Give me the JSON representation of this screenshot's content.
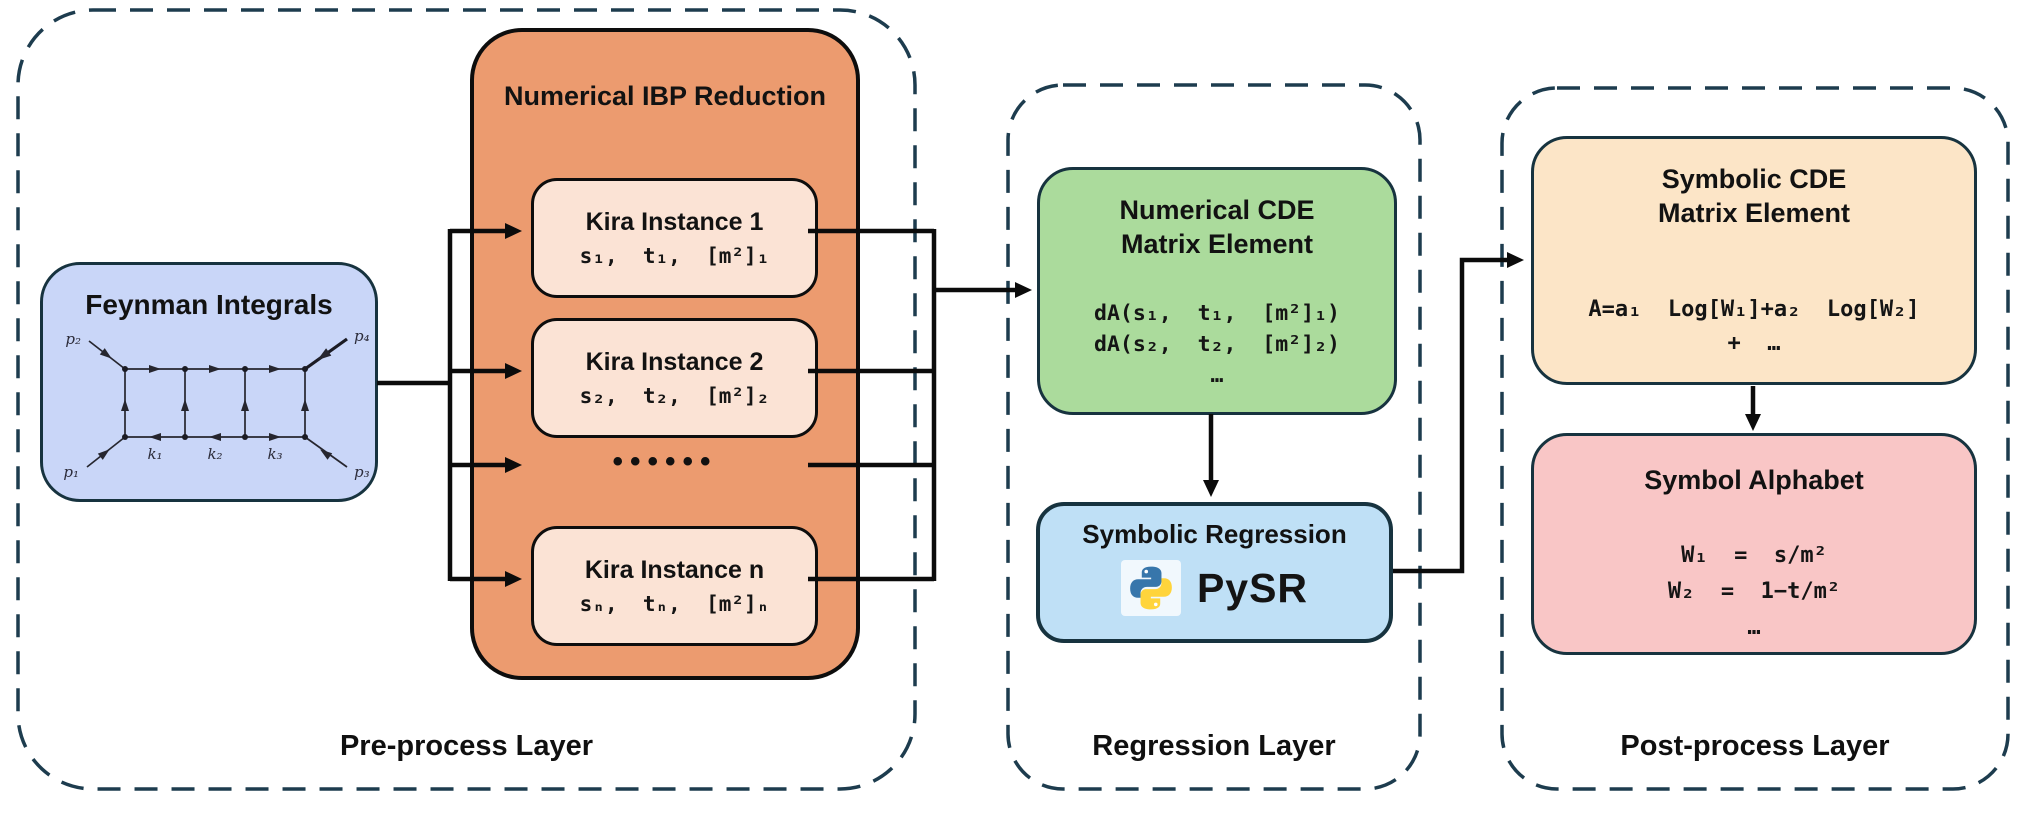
{
  "layers": {
    "preprocess": {
      "label": "Pre-process Layer"
    },
    "regression": {
      "label": "Regression Layer"
    },
    "postprocess": {
      "label": "Post-process Layer"
    }
  },
  "feynman": {
    "title": "Feynman Integrals",
    "diagram_labels": {
      "p2": "p₂",
      "p4": "p₄",
      "p1": "p₁",
      "p3": "p₃",
      "k1": "k₁",
      "k2": "k₂",
      "k3": "k₃"
    }
  },
  "ibp": {
    "title": "Numerical IBP Reduction",
    "instances": [
      {
        "title": "Kira Instance 1",
        "params": "s₁,  t₁,  [m²]₁"
      },
      {
        "title": "Kira Instance 2",
        "params": "s₂,  t₂,  [m²]₂"
      },
      {
        "title": "Kira Instance n",
        "params": "sₙ,  tₙ,  [m²]ₙ"
      }
    ],
    "ellipsis": "••••••"
  },
  "numerical_cde": {
    "title": "Numerical CDE\nMatrix Element",
    "lines": [
      "dA(s₁,  t₁,  [m²]₁)",
      "dA(s₂,  t₂,  [m²]₂)",
      "…"
    ]
  },
  "symbolic_regression": {
    "title": "Symbolic Regression",
    "tool": "PySR",
    "logo": "python-logo"
  },
  "symbolic_cde": {
    "title": "Symbolic CDE\nMatrix Element",
    "equation": "A=a₁  Log[W₁]+a₂  Log[W₂]",
    "equation_cont": "+  …"
  },
  "symbol_alphabet": {
    "title": "Symbol Alphabet",
    "lines": [
      "W₁  =  s/m²",
      "W₂  =  1−t/m²",
      "…"
    ]
  },
  "colors": {
    "dashed_boundary": "#1d3c4e",
    "box_border": "#17333f",
    "feynman_fill": "#c9d6f8",
    "ibp_fill": "#ec9b6f",
    "kira_fill": "#fbe3d5",
    "numerical_cde_fill": "#abdb9c",
    "symbolic_regression_fill": "#bfe0f6",
    "symbolic_cde_fill": "#fce5c7",
    "symbol_alphabet_fill": "#f9c6c6",
    "connector": "#0b0b0b",
    "python_blue": "#3776ab",
    "python_yellow": "#ffd43b"
  }
}
